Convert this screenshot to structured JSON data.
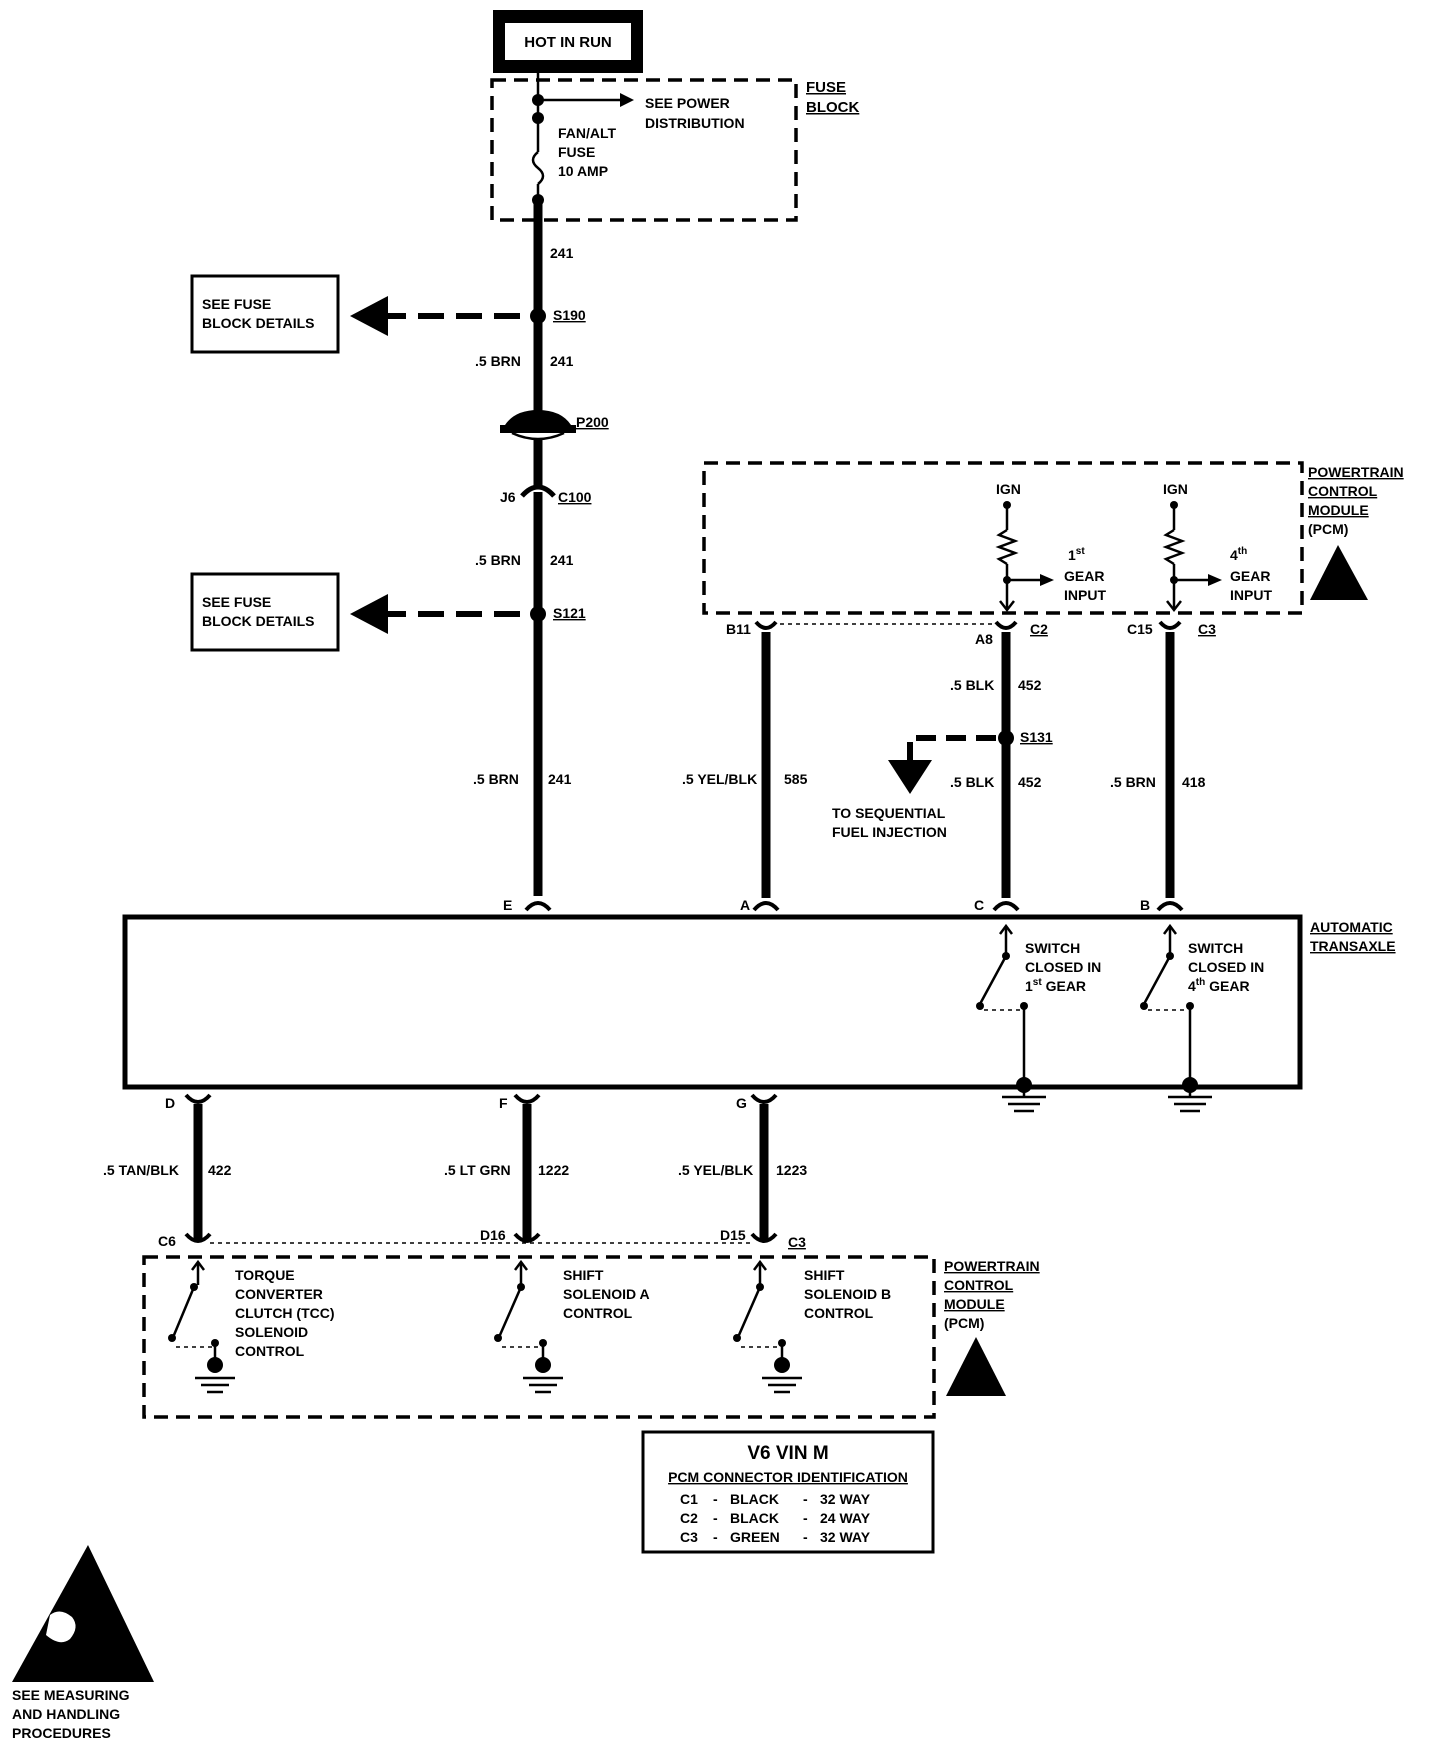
{
  "power": {
    "hot_in_run": "HOT IN RUN"
  },
  "fuse_block": {
    "title_line1": "FUSE",
    "title_line2": "BLOCK",
    "see_power_line1": "SEE POWER",
    "see_power_line2": "DISTRIBUTION",
    "fuse_line1": "FAN/ALT",
    "fuse_line2": "FUSE",
    "fuse_line3": "10 AMP"
  },
  "wires": {
    "w241_top": "241",
    "brn": ".5 BRN",
    "w241": "241",
    "yelblk": ".5 YEL/BLK",
    "w585": "585",
    "blk": ".5 BLK",
    "w452": "452",
    "w418": "418",
    "tanblk": ".5 TAN/BLK",
    "w422": "422",
    "ltgrn": ".5 LT GRN",
    "w1222": "1222",
    "w1223": "1223"
  },
  "splices": {
    "s190": "S190",
    "s121": "S121",
    "s131": "S131"
  },
  "connectors": {
    "p200": "P200",
    "j6": "J6",
    "c100": "C100",
    "b11": "B11",
    "a8": "A8",
    "c2": "C2",
    "c15": "C15",
    "c3": "C3",
    "c6": "C6",
    "d16": "D16",
    "d15": "D15",
    "c3_bottom": "C3",
    "pin_e": "E",
    "pin_a": "A",
    "pin_c": "C",
    "pin_b": "B",
    "pin_d": "D",
    "pin_f": "F",
    "pin_g": "G"
  },
  "see_fuse_block": {
    "line1": "SEE FUSE",
    "line2": "BLOCK DETAILS"
  },
  "sequential": {
    "line1": "TO SEQUENTIAL",
    "line2": "FUEL INJECTION"
  },
  "pcm": {
    "line1": "POWERTRAIN",
    "line2": "CONTROL",
    "line3": "MODULE",
    "line4": "(PCM)",
    "ign": "IGN",
    "gear1_sup": "st",
    "gear1_num": "1",
    "gear4_num": "4",
    "gear4_sup": "th",
    "gear_word": "GEAR",
    "input_word": "INPUT"
  },
  "transaxle": {
    "line1": "AUTOMATIC",
    "line2": "TRANSAXLE",
    "sw_line1": "SWITCH",
    "sw_line2": "CLOSED IN",
    "gear1": "1",
    "gear1_sup": "st",
    "gear4": "4",
    "gear4_sup": "th",
    "gear_word": "GEAR"
  },
  "solenoids": {
    "tcc": [
      "TORQUE",
      "CONVERTER",
      "CLUTCH (TCC)",
      "SOLENOID",
      "CONTROL"
    ],
    "shift_a": [
      "SHIFT",
      "SOLENOID A",
      "CONTROL"
    ],
    "shift_b": [
      "SHIFT",
      "SOLENOID B",
      "CONTROL"
    ]
  },
  "connector_id": {
    "title": "V6 VIN M",
    "subtitle": "PCM CONNECTOR IDENTIFICATION",
    "rows": [
      {
        "id": "C1",
        "sep": "-",
        "color": "BLACK",
        "sep2": "-",
        "ways": "32 WAY"
      },
      {
        "id": "C2",
        "sep": "-",
        "color": "BLACK",
        "sep2": "-",
        "ways": "24 WAY"
      },
      {
        "id": "C3",
        "sep": "-",
        "color": "GREEN",
        "sep2": "-",
        "ways": "32 WAY"
      }
    ]
  },
  "esd": {
    "line1": "SEE MEASURING",
    "line2": "AND HANDLING",
    "line3": "PROCEDURES"
  }
}
